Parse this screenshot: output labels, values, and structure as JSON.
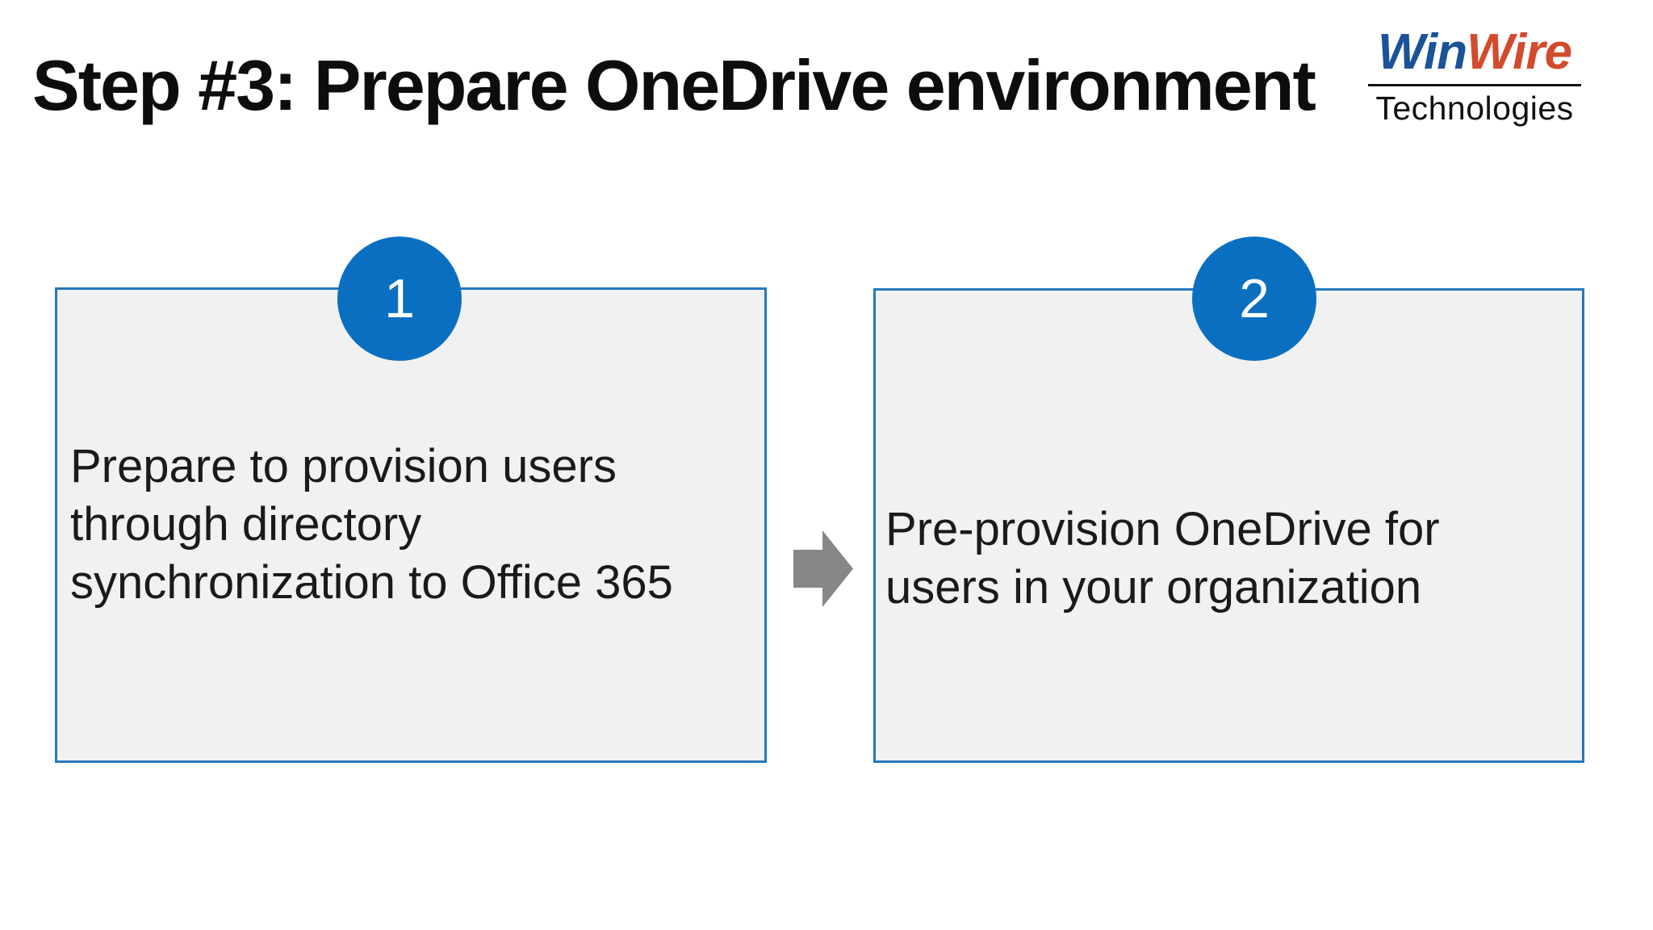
{
  "slide": {
    "title": "Step #3: Prepare OneDrive environment"
  },
  "logo": {
    "part1": "Win",
    "part2": "Wire",
    "subtitle": "Technologies"
  },
  "steps": [
    {
      "number": "1",
      "text": "Prepare to provision users\nthrough directory\nsynchronization to Office 365"
    },
    {
      "number": "2",
      "text": "Pre-provision OneDrive for\nusers in your organization"
    }
  ],
  "icons": {
    "arrow": "right-block-arrow"
  },
  "colors": {
    "accent_blue": "#0B6FC1",
    "border_blue": "#2678BE",
    "box_fill": "#F1F1F2",
    "arrow_gray": "#878787",
    "logo_blue": "#1B5299",
    "logo_red": "#D24B2E",
    "text_dark": "#1A1A1A"
  }
}
